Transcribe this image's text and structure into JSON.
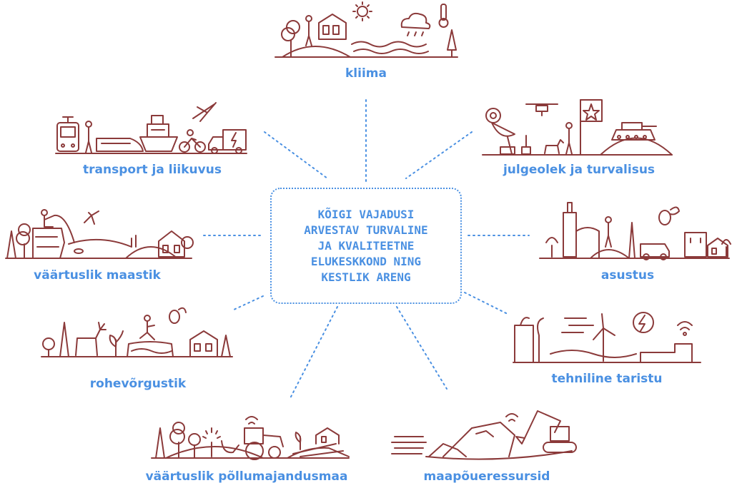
{
  "center": {
    "lines": [
      "KÕIGI VAJADUSI",
      "ARVESTAV TURVALINE",
      "JA KVALITEETNE",
      "ELUKESKKOND NING",
      "KESTLIK ARENG"
    ]
  },
  "topics": {
    "kliima": "kliima",
    "transport": "transport ja liikuvus",
    "julgeolek": "julgeolek ja turvalisus",
    "maastik": "väärtuslik maastik",
    "asustus": "asustus",
    "rohevorgustik": "rohevõrgustik",
    "taristu": "tehniline taristu",
    "pollumaa": "väärtuslik põllumajandusmaa",
    "maapoue": "maapõueressursid"
  },
  "colors": {
    "label": "#4a90e2",
    "illustration": "#8b3a3a",
    "connector": "#4a90e2"
  },
  "icons": [
    "house-icon",
    "tree-icon",
    "person-icon",
    "sun-icon",
    "cloud-icon",
    "thermometer-icon",
    "train-icon",
    "ship-icon",
    "plane-icon",
    "truck-icon",
    "satellite-dish-icon",
    "drone-icon",
    "flag-icon",
    "tank-icon",
    "dog-icon",
    "deer-icon",
    "bee-icon",
    "wind-turbine-icon",
    "bolt-icon",
    "wifi-icon",
    "tractor-icon",
    "excavator-icon",
    "rocks-icon"
  ]
}
